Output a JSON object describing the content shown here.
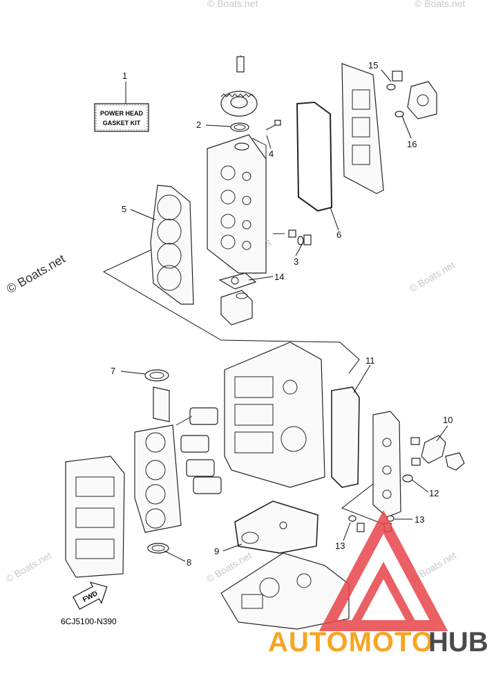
{
  "diagram": {
    "kit_box": {
      "line1": "POWER HEAD",
      "line2": "GASKET KIT"
    },
    "callouts": [
      {
        "id": "c1",
        "label": "1"
      },
      {
        "id": "c2",
        "label": "2"
      },
      {
        "id": "c3",
        "label": "3"
      },
      {
        "id": "c4",
        "label": "4"
      },
      {
        "id": "c5",
        "label": "5"
      },
      {
        "id": "c6",
        "label": "6"
      },
      {
        "id": "c7",
        "label": "7"
      },
      {
        "id": "c8",
        "label": "8"
      },
      {
        "id": "c9",
        "label": "9"
      },
      {
        "id": "c10",
        "label": "10"
      },
      {
        "id": "c11",
        "label": "11"
      },
      {
        "id": "c12",
        "label": "12"
      },
      {
        "id": "c13a",
        "label": "13"
      },
      {
        "id": "c13b",
        "label": "13"
      },
      {
        "id": "c14",
        "label": "14"
      },
      {
        "id": "c15",
        "label": "15"
      },
      {
        "id": "c16",
        "label": "16"
      }
    ],
    "fwd_label": "FWD",
    "diagram_code": "6CJ5100-N390"
  },
  "watermarks": {
    "boats_net": "© Boats.net",
    "boats_net_faded": "© Boats.net"
  },
  "brand": {
    "part1": "AUTOMOTO",
    "part2": "HUB",
    "color_orange": "#f5a623",
    "color_dark": "#4a4a4a",
    "triangle_color": "#e8454a"
  }
}
